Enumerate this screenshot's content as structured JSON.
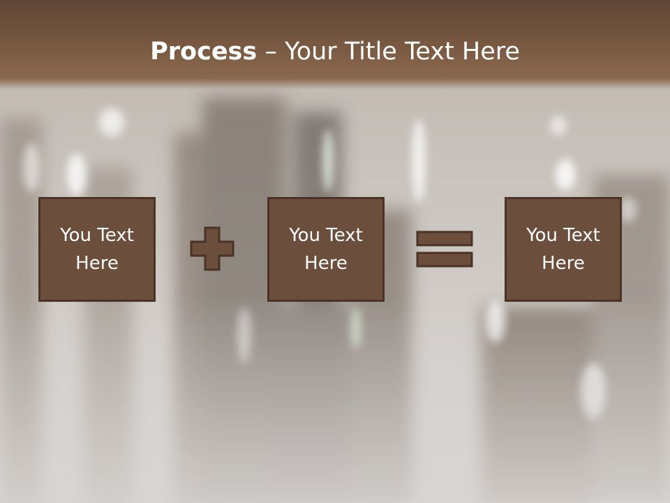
{
  "slide": {
    "title_bold": "Process",
    "title_dash": " – ",
    "title_rest": "Your Title Text Here"
  },
  "boxes": [
    {
      "line1": "You Text",
      "line2": "Here"
    },
    {
      "line1": "You Text",
      "line2": "Here"
    },
    {
      "line1": "You Text",
      "line2": "Here"
    }
  ],
  "operators": {
    "first": "plus-icon",
    "second": "equals-icon"
  },
  "colors": {
    "header": "#7a5a42",
    "box_fill": "#6b4e3b",
    "box_border": "#4a3324",
    "text": "#ffffff"
  }
}
